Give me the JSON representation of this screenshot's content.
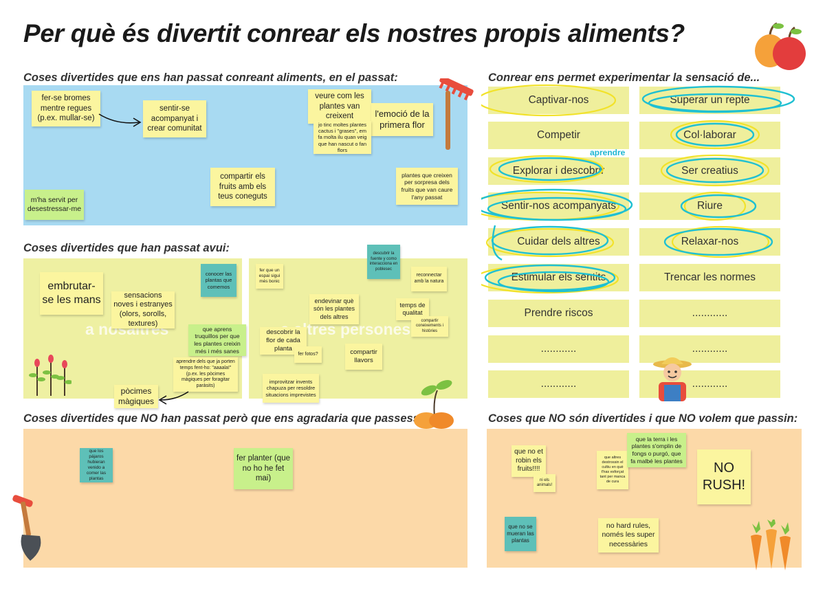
{
  "title": "Per què és divertit conrear els nostres propis aliments?",
  "sections": {
    "past": "Coses divertides que ens han passat conreant aliments, en el passat:",
    "today": "Coses divertides que han passat avui:",
    "wish": "Coses divertides que NO han passat però que ens agradaria que passessin:",
    "grid": "Conrear ens permet experimentar la sensació de...",
    "notfun": "Coses que NO són divertides i que NO volem que passin:"
  },
  "past_notes": [
    "fer-se bromes mentre regues (p.ex. mullar-se)",
    "sentir-se acompanyat i crear comunitat",
    "veure com les plantes van creixent",
    "l'emoció de la primera flor",
    "jo tinc moltes plantes cactus i \"grases\", em fa molta ilu quan veig que han nascut o fan flors",
    "compartir els fruits amb els teus coneguts",
    "plantes que creixen per sorpresa dels fruits que van caure l'any passat",
    "m'ha servit per desestressar-me"
  ],
  "today_labels": {
    "left": "a nosaltres",
    "right": "a altres persones"
  },
  "today_notes": [
    "embrutar-se les mans",
    "conocer las plantas que comemos",
    "sensacions noves i estranyes (olors, sorolls, textures)",
    "que aprens truquillos per que les plantes creixin més i més sanes",
    "aprendre dels que ja porten temps fent-ho: \"aaaala!\" (p.ex. les pòcimes màgiques per foragitar paràsits)",
    "pòcimes màgiques",
    "fer que un espai sigui més bonic",
    "descubrir la fuente y como interacciona en poblesec",
    "reconnectar amb la natura",
    "endevinar què són les plantes dels altres",
    "temps de qualitat",
    "compartir coneixements i històries",
    "descobrir la flor de cada planta",
    "fer fotos?",
    "compartir llavors",
    "improvitzar invents chapuza per resoldre situacions imprevistes"
  ],
  "wish_notes": [
    "que los pájaros hubieran venido a comer las plantas",
    "fer planter (que no ho he fet mai)"
  ],
  "grid": {
    "annotation": "aprendre",
    "left": [
      "Captivar-nos",
      "Competir",
      "Explorar i descobrir",
      "Sentir-nos acompanyats",
      "Cuidar dels altres",
      "Estimular els sentits",
      "Prendre riscos",
      "............",
      "............"
    ],
    "right": [
      "Superar un repte",
      "Col·laborar",
      "Ser creatius",
      "Riure",
      "Relaxar-nos",
      "Trencar les normes",
      "............",
      "............",
      "............"
    ]
  },
  "notfun_notes": [
    "que no et robin els fruits!!!!",
    "ni els animals!",
    "que altres destrossin el cultiu en què t'has esforçat tant per manca de cura",
    "que la terra i les plantes s'omplin de fongs o purgó, que fa malbé les plantes",
    "NO RUSH!",
    "que no se mueran las plantas",
    "no hard rules, només les super necessàries"
  ],
  "colors": {
    "blue_panel": "#a8daf2",
    "green_panel": "#eef0a2",
    "peach_panel": "#fcd9a8",
    "yellow_note": "#fbf59f",
    "green_note": "#c8f08b",
    "teal_note": "#5ec0b8",
    "cyan_scribble": "#1fc0d2",
    "yellow_scribble": "#f2e22a"
  }
}
